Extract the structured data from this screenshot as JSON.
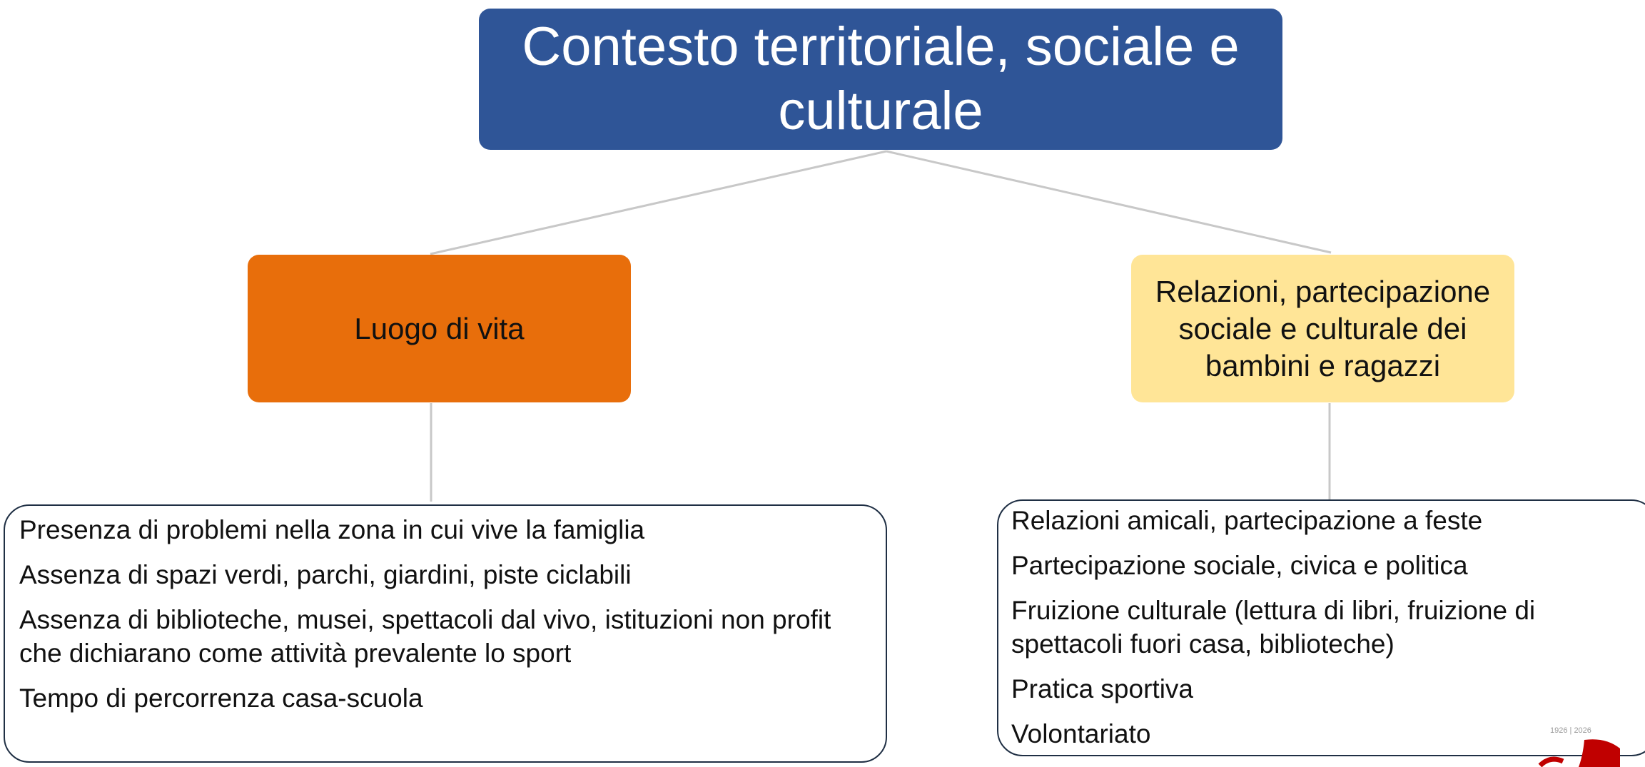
{
  "colors": {
    "root": "#2f5597",
    "left_branch": "#e86e0b",
    "right_branch": "#ffe597",
    "connector": "#c8c8c8",
    "box_border": "#1f2f44",
    "logo_accent": "#c00000"
  },
  "root": {
    "title": "Contesto territoriale, sociale e culturale"
  },
  "branches": {
    "left": {
      "label": "Luogo di vita",
      "items": [
        "Presenza di problemi nella zona in cui vive la famiglia",
        "Assenza di spazi verdi, parchi, giardini, piste ciclabili",
        "Assenza di biblioteche, musei, spettacoli dal vivo, istituzioni non profit  che dichiarano come attività prevalente lo sport",
        "Tempo di percorrenza casa-scuola"
      ]
    },
    "right": {
      "label": "Relazioni, partecipazione sociale e culturale dei bambini e ragazzi",
      "items": [
        "Relazioni amicali, partecipazione a feste",
        "Partecipazione sociale, civica e politica",
        "Fruizione culturale (lettura di libri, fruizione di spettacoli fuori casa, biblioteche)",
        "Pratica sportiva",
        "Volontariato"
      ]
    }
  },
  "logo": {
    "years": "1926 | 2026"
  }
}
